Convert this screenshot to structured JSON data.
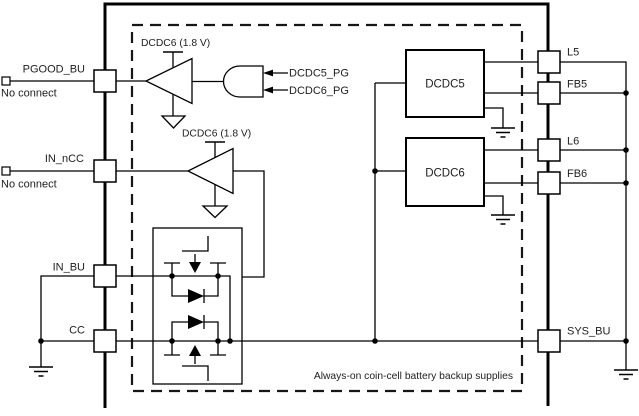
{
  "colors": {
    "ink": "#000000",
    "text": "#1d1d1d",
    "background": "#ffffff"
  },
  "chip": {
    "left_pins": {
      "pgood_bu": {
        "label": "PGOOD_BU",
        "note": "No connect"
      },
      "in_ncc": {
        "label": "IN_nCC",
        "note": "No connect"
      },
      "in_bu": {
        "label": "IN_BU"
      },
      "cc": {
        "label": "CC"
      }
    },
    "right_pins": {
      "l5": {
        "label": "L5"
      },
      "fb5": {
        "label": "FB5"
      },
      "l6": {
        "label": "L6"
      },
      "fb6": {
        "label": "FB6"
      },
      "sys_bu": {
        "label": "SYS_BU"
      }
    }
  },
  "blocks": {
    "dcdc5": {
      "label": "DCDC5"
    },
    "dcdc6": {
      "label": "DCDC6"
    }
  },
  "buffers": {
    "pgood_buffer": {
      "supply_label": "DCDC6 (1.8 V)"
    },
    "cc_buffer": {
      "supply_label": "DCDC6 (1.8 V)"
    }
  },
  "and_gate": {
    "input1": "DCDC5_PG",
    "input2": "DCDC6_PG"
  },
  "caption": "Always-on coin-cell battery backup supplies"
}
